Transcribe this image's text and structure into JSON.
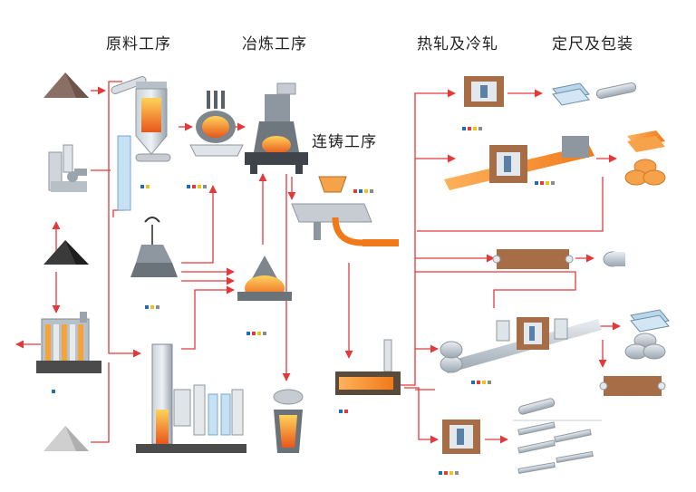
{
  "headers": {
    "raw_material": "原料工序",
    "smelting": "冶炼工序",
    "casting": "连铸工序",
    "rolling": "热轧及冷轧",
    "finishing": "定尺及包装"
  },
  "colors": {
    "arrow": "#e2393b",
    "molten": "#f07a1a",
    "hot": "#f9a13a",
    "steel_gray": "#9aa4ad",
    "dark_steel": "#5a6068",
    "light_blue": "#b9d7ea",
    "brown": "#9a6a45",
    "roll_orange": "#f6a24b",
    "dot_blue": "#1f6fb8",
    "dot_yellow": "#f1c21b",
    "dot_red": "#e2393b",
    "dot_gray": "#8c8c8c"
  },
  "icons": [
    "iron-ore-pile-icon",
    "sinter-plant-icon",
    "coal-pile-icon",
    "coke-oven-icon",
    "limestone-pile-icon",
    "conveyor-icon",
    "pelletizing-furnace-icon",
    "converter-icon",
    "ladle-furnace-icon",
    "scrap-grab-icon",
    "electric-arc-furnace-icon",
    "blast-furnace-icon",
    "continuous-caster-icon",
    "reheating-furnace-icon",
    "mold-icon",
    "hot-strip-mill-icon",
    "plate-mill-icon",
    "cold-rolling-mill-icon",
    "section-mill-icon",
    "coil-icon",
    "sheet-stack-icon",
    "bar-icon"
  ]
}
